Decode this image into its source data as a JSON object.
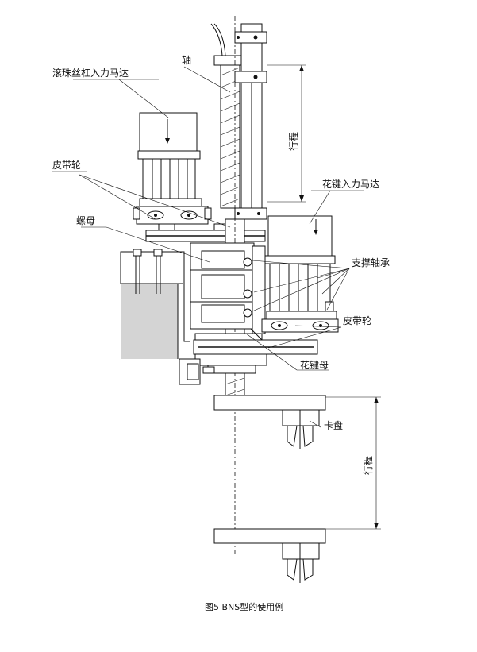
{
  "labels": {
    "ball_screw_motor": "滚珠丝杠入力马达",
    "shaft": "轴",
    "stroke_top": "行程",
    "pulley_top": "皮带轮",
    "spline_motor": "花键入力马达",
    "nut": "螺母",
    "support_bearing": "支撑轴承",
    "pulley_bottom": "皮带轮",
    "spline_nut": "花键母",
    "chuck": "卡盘",
    "stroke_bottom": "行程"
  },
  "caption": "图5 BNS型的使用例"
}
